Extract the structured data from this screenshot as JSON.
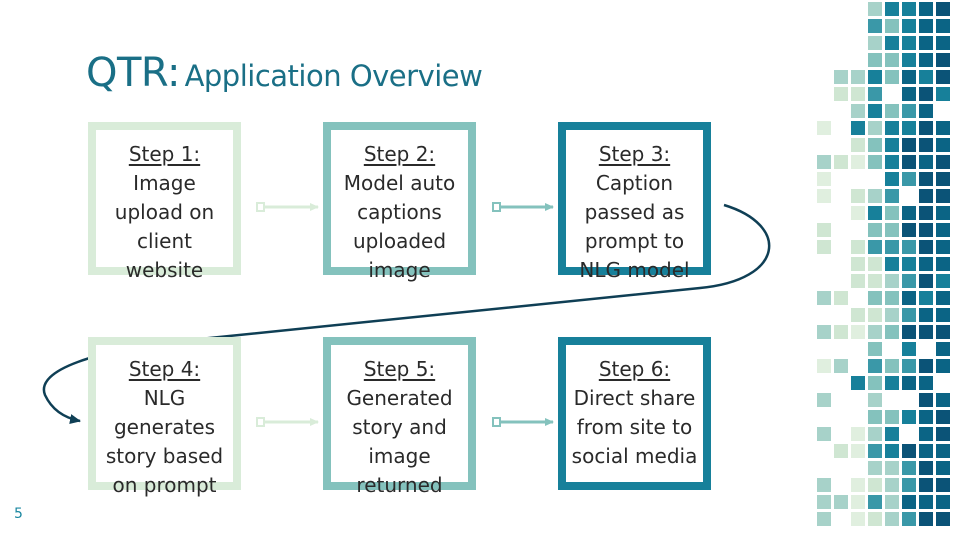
{
  "title": {
    "main": "QTR:",
    "sub": "Application Overview"
  },
  "page_number": "5",
  "steps": [
    {
      "label": "Step 1:",
      "desc": "Image upload on client website",
      "color": "#d9ecd9"
    },
    {
      "label": "Step 2:",
      "desc": "Model auto captions uploaded image",
      "color": "#84c2bd"
    },
    {
      "label": "Step 3:",
      "desc": "Caption passed as prompt to NLG model",
      "color": "#17809a"
    },
    {
      "label": "Step 4:",
      "desc": "NLG generates story based on prompt",
      "color": "#d9ecd9"
    },
    {
      "label": "Step 5:",
      "desc": "Generated story and image returned",
      "color": "#84c2bd"
    },
    {
      "label": "Step 6:",
      "desc": "Direct share from site to social media",
      "color": "#17809a"
    }
  ],
  "colors": {
    "title": "#1a6f86",
    "light": "#d9ecd9",
    "mid": "#84c2bd",
    "dark": "#17809a",
    "navy": "#0b5377",
    "curve": "#0f3f55"
  }
}
